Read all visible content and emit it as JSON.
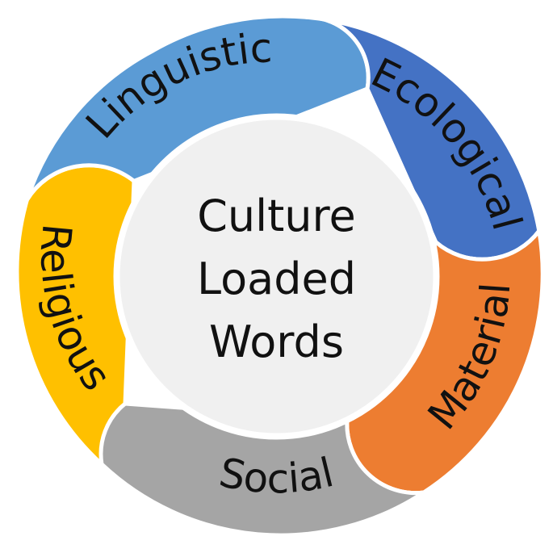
{
  "center": {
    "lines": [
      "Culture",
      "Loaded",
      "Words"
    ],
    "fill": "#f0f0f0",
    "stroke": "#ffffff"
  },
  "segments": [
    {
      "id": "linguistic",
      "label": "Linguistic",
      "color": "#5b9bd5"
    },
    {
      "id": "ecological",
      "label": "Ecological",
      "color": "#4472c4"
    },
    {
      "id": "material",
      "label": "Material",
      "color": "#ed7d31"
    },
    {
      "id": "social",
      "label": "Social",
      "color": "#a5a5a5"
    },
    {
      "id": "religious",
      "label": "Religious",
      "color": "#ffc000"
    }
  ]
}
